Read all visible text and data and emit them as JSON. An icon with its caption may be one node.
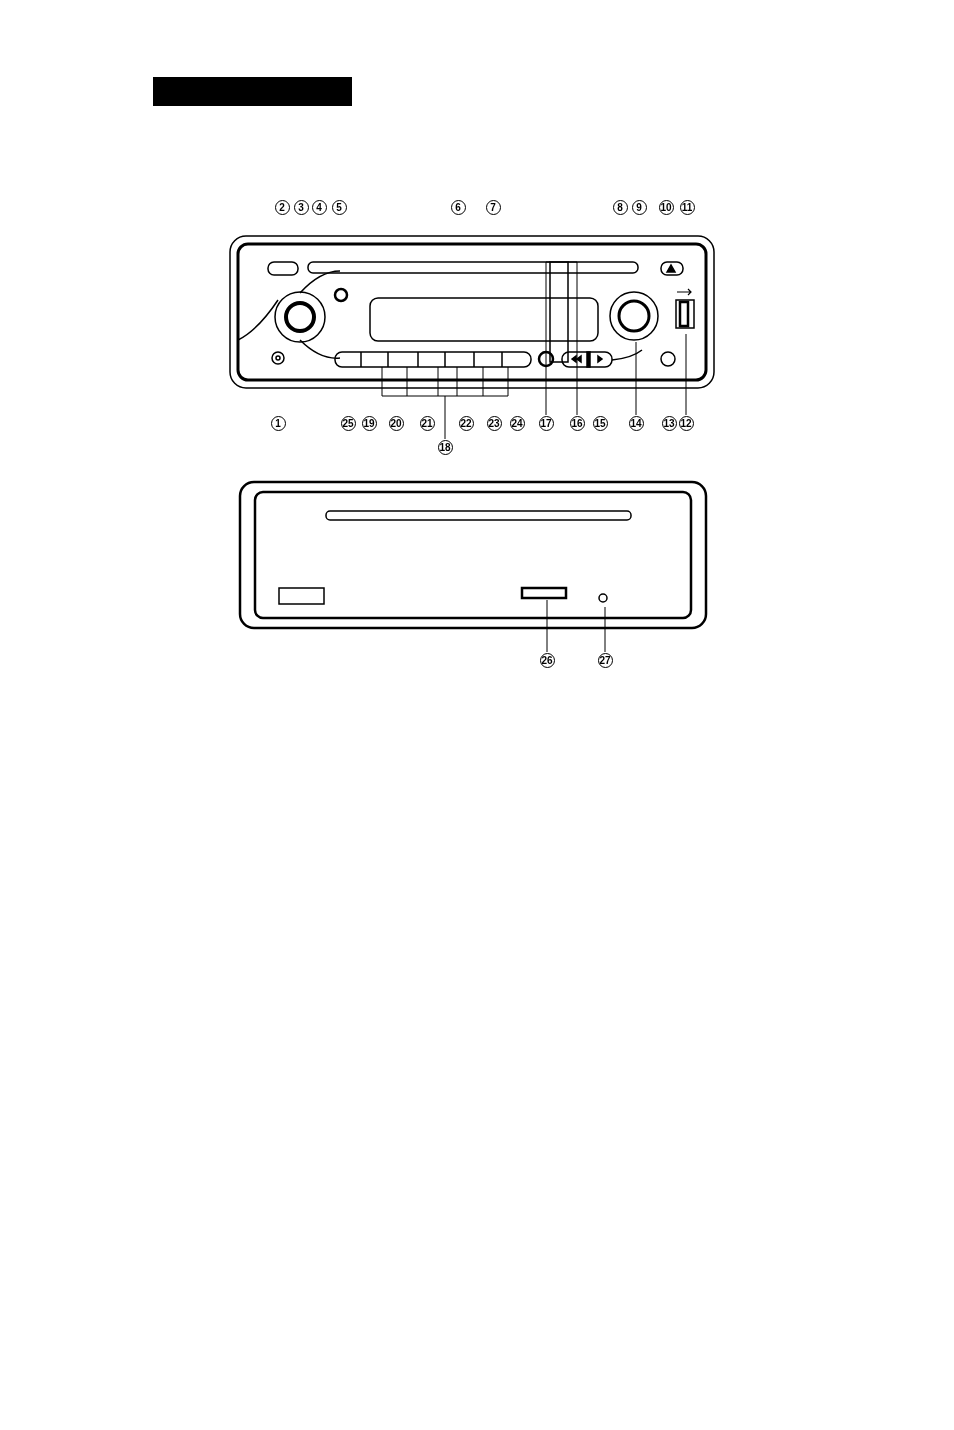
{
  "diagram": {
    "nodes": [
      {
        "text": [],
        "shape": "bar"
      },
      {
        "text": [
          "2"
        ]
      },
      {
        "text": [
          "3"
        ]
      },
      {
        "text": [
          "4"
        ]
      },
      {
        "text": [
          "5"
        ]
      },
      {
        "text": [
          "6"
        ]
      },
      {
        "text": [
          "7"
        ]
      },
      {
        "text": [
          "8"
        ]
      },
      {
        "text": [
          "9"
        ]
      },
      {
        "text": [
          "10"
        ]
      },
      {
        "text": [
          "11"
        ]
      },
      {
        "text": [
          "1"
        ]
      },
      {
        "text": [
          "25"
        ]
      },
      {
        "text": [
          "19"
        ]
      },
      {
        "text": [
          "20"
        ]
      },
      {
        "text": [
          "21"
        ]
      },
      {
        "text": [
          "22"
        ]
      },
      {
        "text": [
          "23"
        ]
      },
      {
        "text": [
          "24"
        ]
      },
      {
        "text": [
          "17"
        ]
      },
      {
        "text": [
          "16"
        ]
      },
      {
        "text": [
          "15"
        ]
      },
      {
        "text": [
          "14"
        ]
      },
      {
        "text": [
          "13"
        ]
      },
      {
        "text": [
          "12"
        ]
      },
      {
        "text": [
          "18"
        ]
      },
      {
        "text": [
          "26"
        ]
      },
      {
        "text": [
          "27"
        ]
      }
    ],
    "edges": [
      {
        "from": 24,
        "to": null,
        "arrow": "none"
      },
      {
        "from": 22,
        "to": null,
        "arrow": "none"
      },
      {
        "from": 20,
        "to": null,
        "arrow": "none"
      },
      {
        "from": 19,
        "to": null,
        "arrow": "none"
      },
      {
        "from": 25,
        "to": null,
        "arrow": "none"
      },
      {
        "from": 26,
        "to": null,
        "arrow": "none"
      },
      {
        "from": 27,
        "to": null,
        "arrow": "none"
      }
    ]
  }
}
